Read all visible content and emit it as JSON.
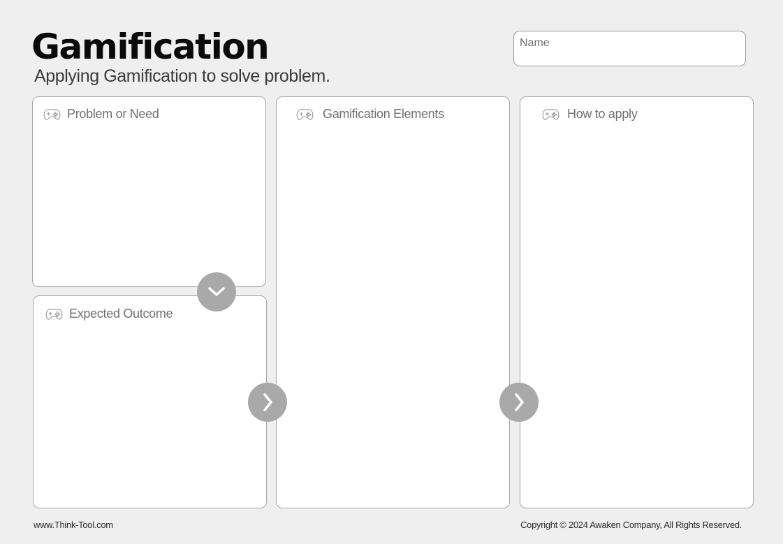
{
  "header": {
    "title": "Gamification",
    "subtitle": "Applying Gamification to solve problem."
  },
  "name_field": {
    "placeholder": "Name",
    "value": ""
  },
  "panels": {
    "problem": {
      "label": "Problem or Need",
      "icon": "gamepad-icon"
    },
    "outcome": {
      "label": "Expected Outcome",
      "icon": "gamepad-icon"
    },
    "elements": {
      "label": "Gamification Elements",
      "icon": "gamepad-icon"
    },
    "apply": {
      "label": "How to apply",
      "icon": "gamepad-icon"
    }
  },
  "arrows": {
    "down": "chevron-down-icon",
    "right": "chevron-right-icon"
  },
  "footer": {
    "website": "www.Think-Tool.com",
    "copyright": "Copyright © 2024 Awaken Company, All Rights Reserved."
  },
  "colors": {
    "background": "#efefef",
    "panel_background": "#ffffff",
    "panel_border": "#a7a7a7",
    "arrow_fill": "#a9a9a9",
    "label_text": "#717171"
  }
}
